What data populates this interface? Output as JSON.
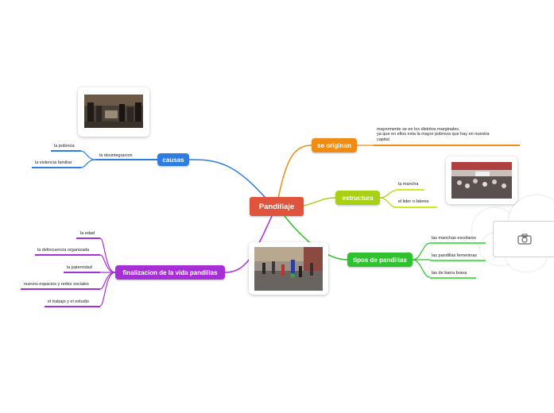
{
  "central": {
    "label": "Pandillaje",
    "color": "#e0533c"
  },
  "branches": {
    "causas": {
      "label": "causas",
      "color": "#2f7de1",
      "sub": "la desintegracion",
      "leaves": [
        "la pobreza",
        "la violencia familiar"
      ]
    },
    "seoriginan": {
      "label": "se originan",
      "color": "#f08c14",
      "note_lines": [
        "mayormente se en los distritos marginales.",
        "ya que en ellos esta la mayor pobreza que hay en nuestra",
        "capital"
      ]
    },
    "estructura": {
      "label": "estructura",
      "color": "#a8d015",
      "leaves": [
        "la mancha",
        "el lider o lideres"
      ]
    },
    "tipos": {
      "label": "tipos de pandillas",
      "color": "#2fc12f",
      "leaves": [
        "las manchas escolares",
        "las pandillas femeninas",
        "las de barra brava"
      ]
    },
    "finalizacion": {
      "label": "finalizacion de la vida pandillas",
      "color": "#a62fd6",
      "leaves": [
        "la edad",
        "la delincuencia organizada",
        "la paternidad",
        "nuevos espacios y redes sociales",
        "el trabajo y el estudio"
      ]
    }
  },
  "icons": {
    "camera": "camera-icon"
  }
}
